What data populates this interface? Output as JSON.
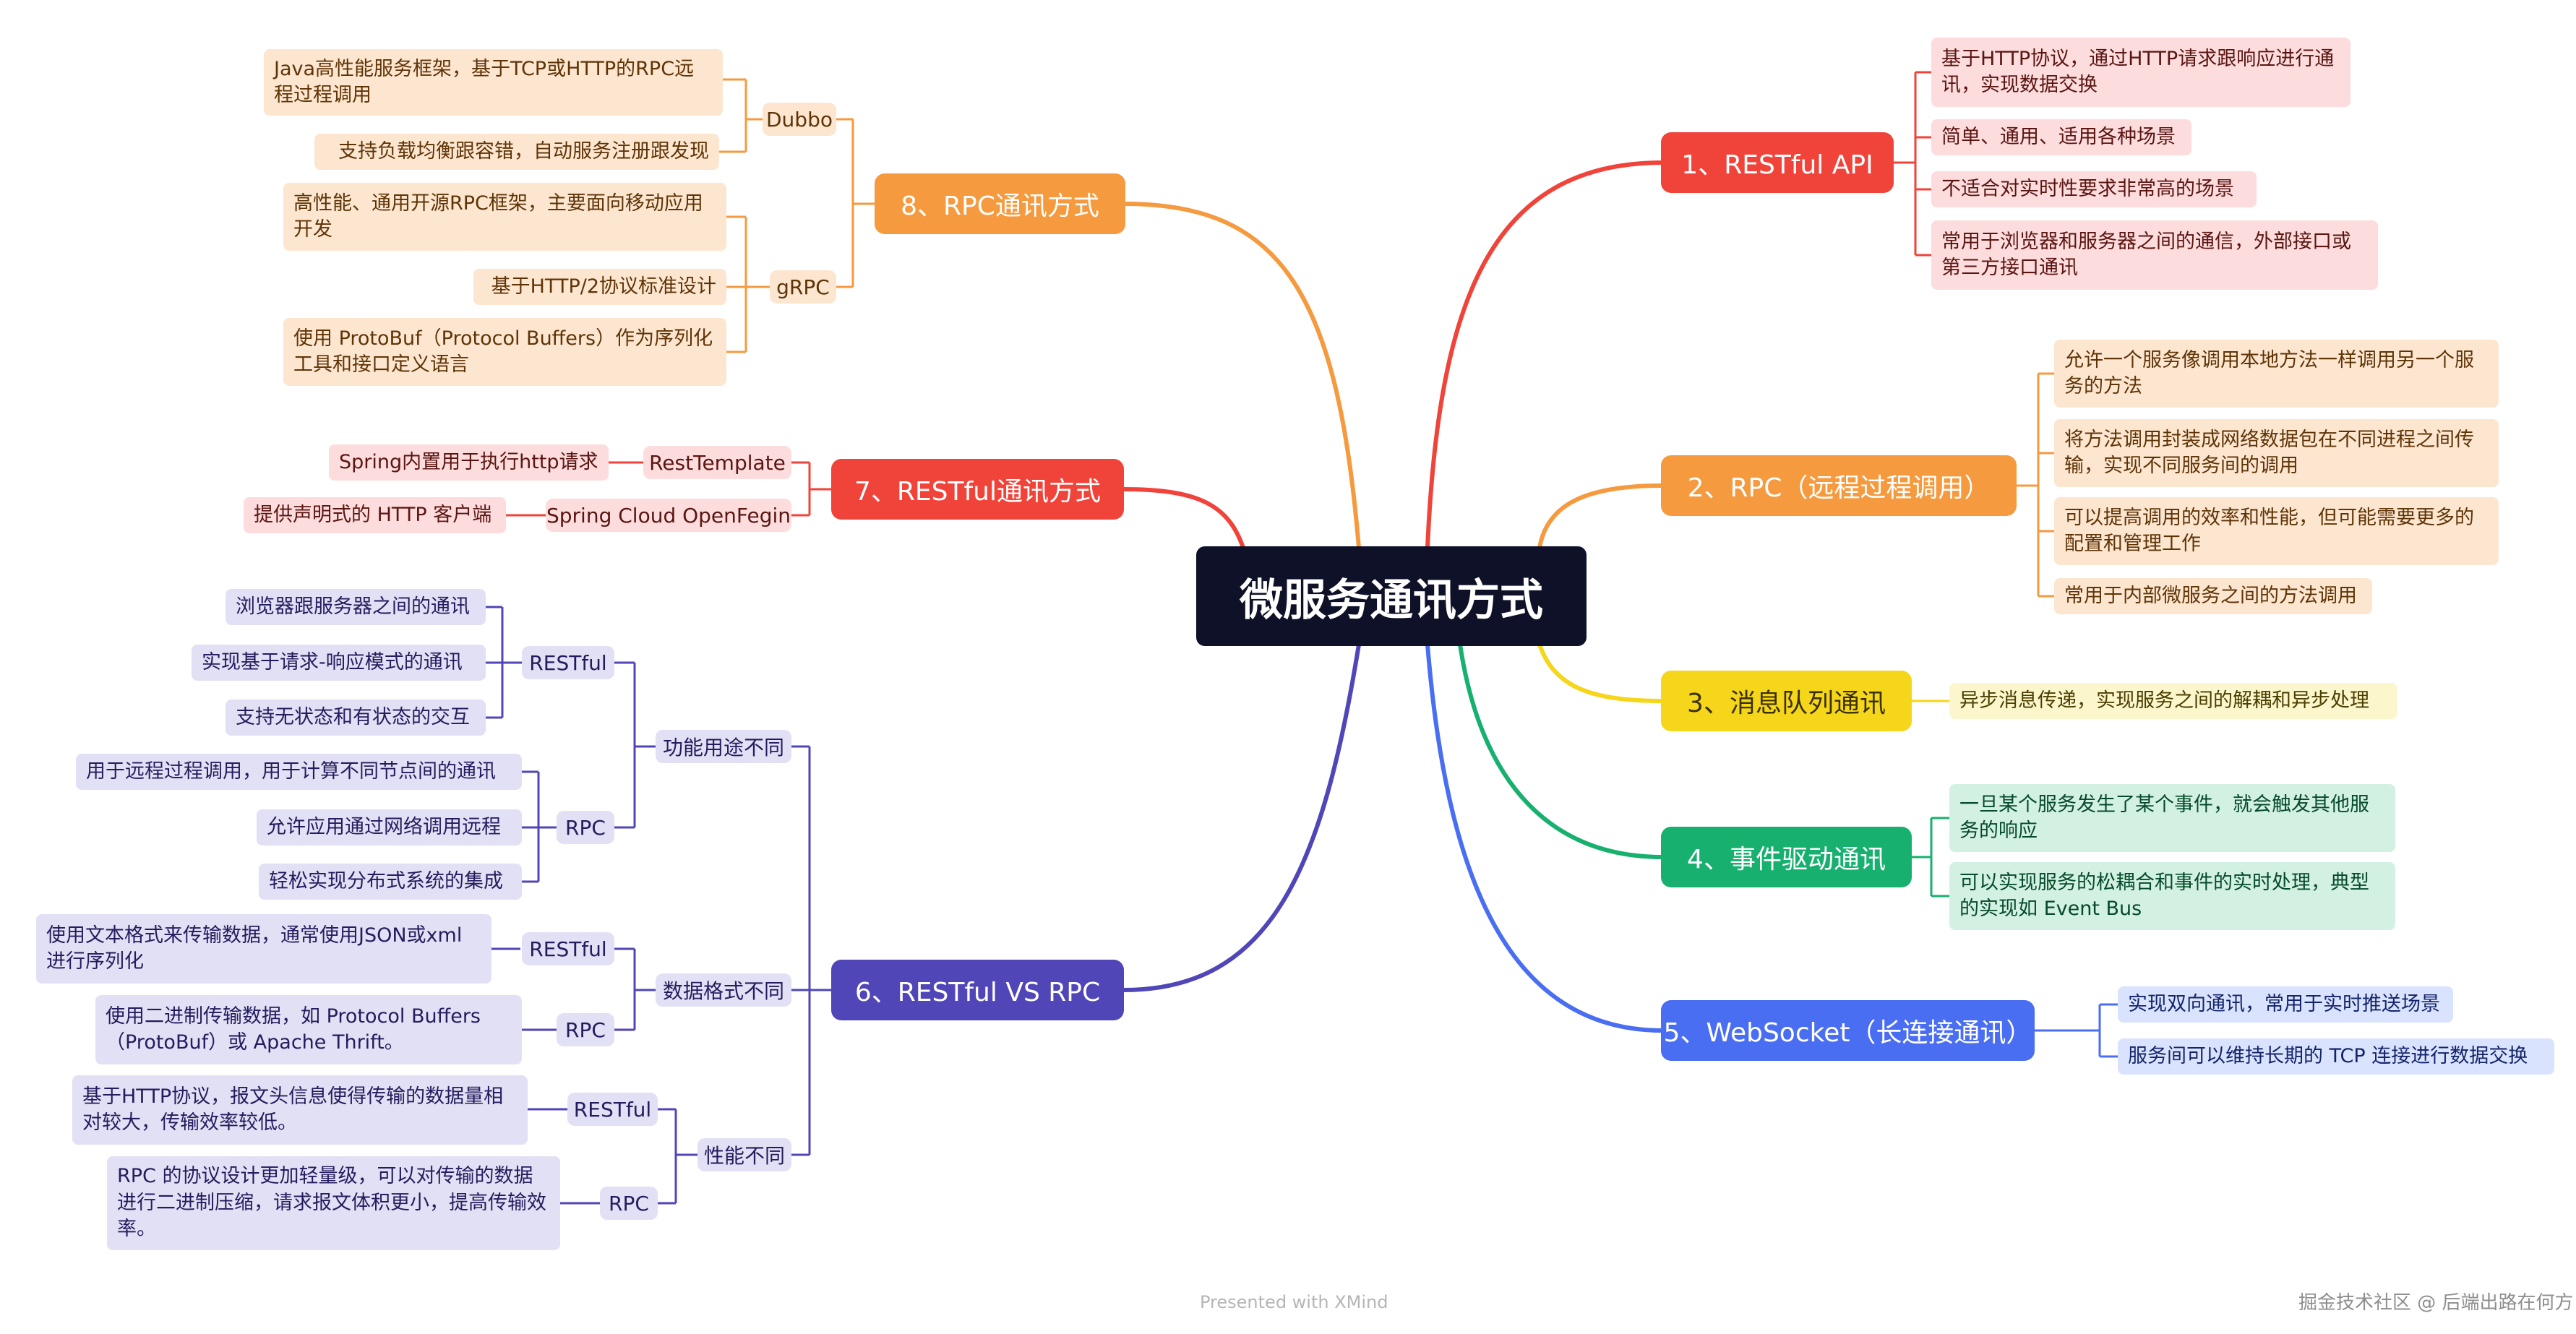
{
  "title": "微服务通讯方式",
  "colors": {
    "c1": "#f0433a",
    "c2": "#f59a3e",
    "c3": "#f5d61b",
    "c4": "#17b06e",
    "c5": "#4a6ef2",
    "c6": "#5046b8",
    "c7": "#f0433a",
    "c8": "#f59a3e"
  },
  "branches": {
    "b1": {
      "label": "1、RESTful API",
      "items": [
        "基于HTTP协议，通过HTTP请求跟响应进行通讯，实现数据交换",
        "简单、通用、适用各种场景",
        "不适合对实时性要求非常高的场景",
        "常用于浏览器和服务器之间的通信，外部接口或第三方接口通讯"
      ]
    },
    "b2": {
      "label": "2、RPC（远程过程调用）",
      "items": [
        "允许一个服务像调用本地方法一样调用另一个服务的方法",
        "将方法调用封装成网络数据包在不同进程之间传输，实现不同服务间的调用",
        "可以提高调用的效率和性能，但可能需要更多的配置和管理工作",
        "常用于内部微服务之间的方法调用"
      ]
    },
    "b3": {
      "label": "3、消息队列通讯",
      "items": [
        "异步消息传递，实现服务之间的解耦和异步处理"
      ]
    },
    "b4": {
      "label": "4、事件驱动通讯",
      "items": [
        "一旦某个服务发生了某个事件，就会触发其他服务的响应",
        "可以实现服务的松耦合和事件的实时处理，典型的实现如 Event Bus"
      ]
    },
    "b5": {
      "label": "5、WebSocket（长连接通讯）",
      "items": [
        "实现双向通讯，常用于实时推送场景",
        "服务间可以维持长期的 TCP 连接进行数据交换"
      ]
    },
    "b6": {
      "label": "6、RESTful VS RPC",
      "groups": [
        {
          "label": "功能用途不同",
          "subs": [
            {
              "label": "RESTful",
              "items": [
                "浏览器跟服务器之间的通讯",
                "实现基于请求-响应模式的通讯",
                "支持无状态和有状态的交互"
              ]
            },
            {
              "label": "RPC",
              "items": [
                "用于远程过程调用，用于计算不同节点间的通讯",
                "允许应用通过网络调用远程",
                "轻松实现分布式系统的集成"
              ]
            }
          ]
        },
        {
          "label": "数据格式不同",
          "subs": [
            {
              "label": "RESTful",
              "items": [
                "使用文本格式来传输数据，通常使用JSON或xml进行序列化"
              ]
            },
            {
              "label": "RPC",
              "items": [
                "使用二进制传输数据，如 Protocol Buffers（ProtoBuf）或 Apache Thrift。"
              ]
            }
          ]
        },
        {
          "label": "性能不同",
          "subs": [
            {
              "label": "RESTful",
              "items": [
                "基于HTTP协议，报文头信息使得传输的数据量相对较大，传输效率较低。"
              ]
            },
            {
              "label": "RPC",
              "items": [
                "RPC 的协议设计更加轻量级，可以对传输的数据进行二进制压缩，请求报文体积更小，提高传输效率。"
              ]
            }
          ]
        }
      ]
    },
    "b7": {
      "label": "7、RESTful通讯方式",
      "subs": [
        {
          "label": "RestTemplate",
          "items": [
            "Spring内置用于执行http请求"
          ]
        },
        {
          "label": "Spring Cloud OpenFegin",
          "items": [
            "提供声明式的 HTTP 客户端"
          ]
        }
      ]
    },
    "b8": {
      "label": "8、RPC通讯方式",
      "subs": [
        {
          "label": "Dubbo",
          "items": [
            "Java高性能服务框架，基于TCP或HTTP的RPC远程过程调用",
            "支持负载均衡跟容错，自动服务注册跟发现"
          ]
        },
        {
          "label": "gRPC",
          "items": [
            "高性能、通用开源RPC框架，主要面向移动应用开发",
            "基于HTTP/2协议标准设计",
            "使用 ProtoBuf（Protocol Buffers）作为序列化工具和接口定义语言"
          ]
        }
      ]
    }
  },
  "footer": "Presented with XMind",
  "watermark": "掘金技术社区 @ 后端出路在何方"
}
